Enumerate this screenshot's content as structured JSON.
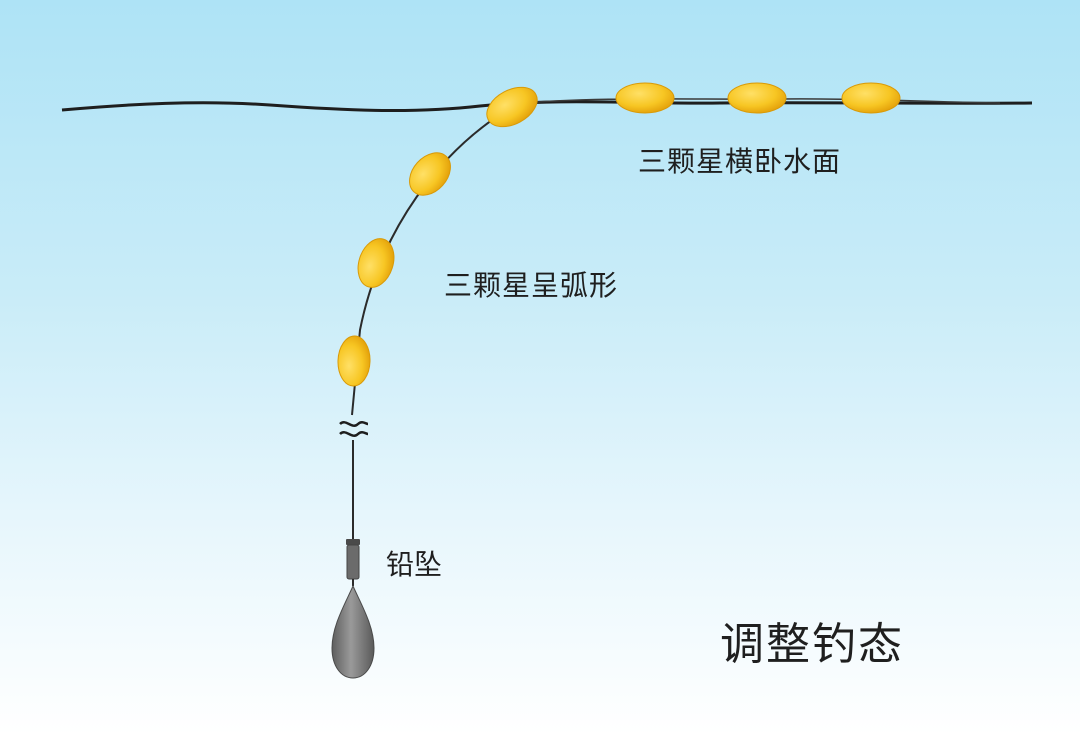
{
  "labels": {
    "horizontal": "三颗星横卧水面",
    "arc": "三颗星呈弧形",
    "sinker": "铅坠",
    "title": "调整钓态"
  },
  "icons": {
    "line_break": "line-break-icon",
    "sinker": "lead-sinker-icon",
    "bead": "float-bead-icon"
  },
  "colors": {
    "bead_fill": "#f7c623",
    "bead_shadow": "#e0a20c",
    "line": "#2b2b2b",
    "sinker": "#7d7d7d"
  }
}
